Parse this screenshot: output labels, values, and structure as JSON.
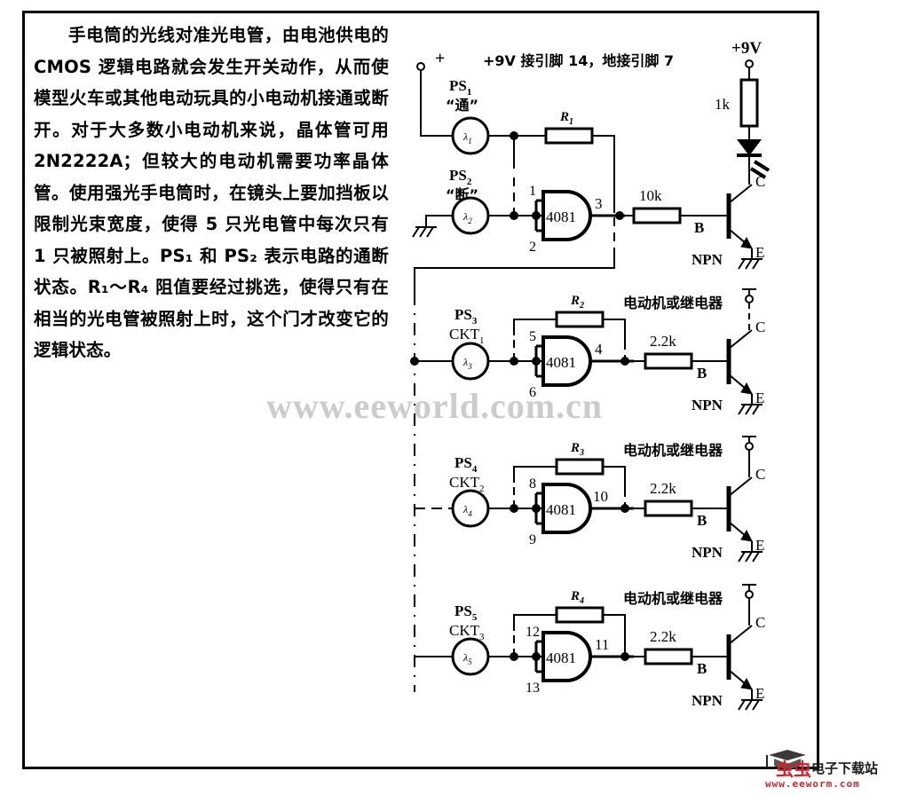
{
  "document": {
    "watermark": "www.eeworld.com.cn",
    "body_text": "手电筒的光线对准光电管，由电池供电的 CMOS 逻辑电路就会发生开关动作，从而使模型火车或其他电动玩具的小电动机接通或断开。对于大多数小电动机来说，晶体管可用 2N2222A；但较大的电动机需要功率晶体管。使用强光手电筒时，在镜头上要加挡板以限制光束宽度，使得 5 只光电管中每次只有 1 只被照射上。PS₁ 和 PS₂ 表示电路的通断状态。R₁～R₄ 阻值要经过挑选，使得只有在相当的光电管被照射上时，这个门才改变它的逻辑状态。"
  },
  "footer": {
    "brand_cn": "电子下载站",
    "bug_left": "虫",
    "bug_right": "虫",
    "url": "www.eeworm.com"
  },
  "circuit": {
    "supply_note": "+9V 接引脚 14，地接引脚 7",
    "supply_label": "+9V",
    "plus_sign": "+",
    "led_resistor": "1k",
    "stage1": {
      "ps_label": "PS",
      "ps_sub": "1",
      "ps_state": "“通”",
      "photocell": "λ",
      "photocell_sub": "1",
      "ps2_label": "PS",
      "ps2_sub": "2",
      "ps2_state": "“断”",
      "photocell2": "λ",
      "photocell2_sub": "2",
      "feedback_resistor": "R",
      "feedback_resistor_sub": "1",
      "gate": "4081",
      "pin_a": "1",
      "pin_b": "2",
      "pin_out": "3",
      "base_resistor": "10k",
      "terminal_b": "B",
      "terminal_c": "C",
      "terminal_e": "E",
      "transistor": "NPN"
    },
    "stage2": {
      "ps_label": "PS",
      "ps_sub": "3",
      "ckt_label": "CKT",
      "ckt_sub": "1",
      "photocell": "λ",
      "photocell_sub": "3",
      "feedback_resistor": "R",
      "feedback_resistor_sub": "2",
      "gate": "4081",
      "pin_a": "5",
      "pin_b": "6",
      "pin_out": "4",
      "base_resistor": "2.2k",
      "load_label": "电动机或继电器",
      "terminal_b": "B",
      "terminal_c": "C",
      "terminal_e": "E",
      "transistor": "NPN"
    },
    "stage3": {
      "ps_label": "PS",
      "ps_sub": "4",
      "ckt_label": "CKT",
      "ckt_sub": "2",
      "photocell": "λ",
      "photocell_sub": "4",
      "feedback_resistor": "R",
      "feedback_resistor_sub": "3",
      "gate": "4081",
      "pin_a": "8",
      "pin_b": "9",
      "pin_out": "10",
      "base_resistor": "2.2k",
      "load_label": "电动机或继电器",
      "terminal_b": "B",
      "terminal_c": "C",
      "terminal_e": "E",
      "transistor": "NPN"
    },
    "stage4": {
      "ps_label": "PS",
      "ps_sub": "5",
      "ckt_label": "CKT",
      "ckt_sub": "3",
      "photocell": "λ",
      "photocell_sub": "5",
      "feedback_resistor": "R",
      "feedback_resistor_sub": "4",
      "gate": "4081",
      "pin_a": "12",
      "pin_b": "13",
      "pin_out": "11",
      "base_resistor": "2.2k",
      "load_label": "电动机或继电器",
      "terminal_b": "B",
      "terminal_c": "C",
      "terminal_e": "E",
      "transistor": "NPN"
    }
  },
  "colors": {
    "ink": "#000000",
    "watermark": "#cccccc",
    "logo_red": "#d81f26"
  }
}
